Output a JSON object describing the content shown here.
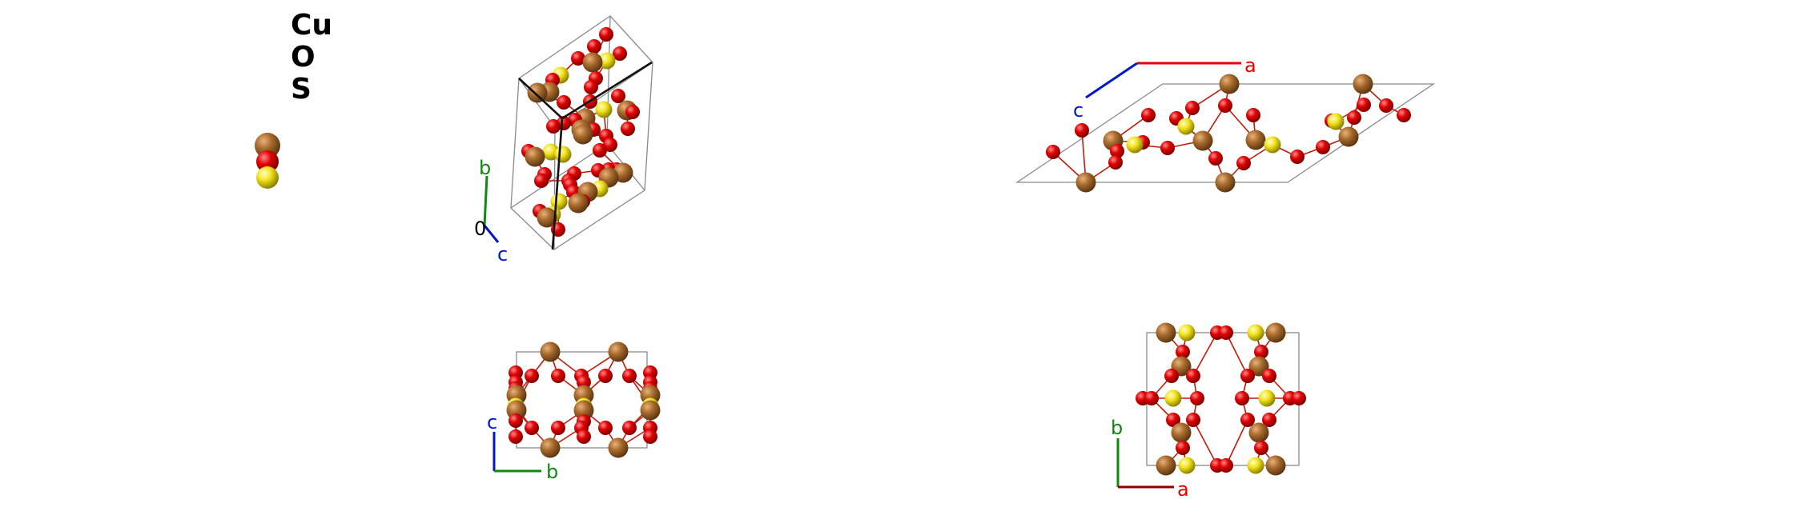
{
  "legend": {
    "elements": [
      {
        "symbol": "Cu",
        "color": "#a0672b"
      },
      {
        "symbol": "O",
        "color": "#e60000"
      },
      {
        "symbol": "S",
        "color": "#f0e020"
      }
    ]
  },
  "views": {
    "perspective": {
      "axis_b": "b",
      "axis_c": "c",
      "origin": "0"
    },
    "top_right": {
      "axis_a": "a",
      "axis_c": "c"
    },
    "bottom_left": {
      "axis_c": "c",
      "axis_b": "b"
    },
    "bottom_right": {
      "axis_b": "b",
      "axis_a": "a"
    }
  },
  "colors": {
    "axis_a": "#e60000",
    "axis_b": "#118811",
    "axis_c": "#0018cc",
    "bond": "#c21a0a",
    "cell_edge": "#8a8a8a"
  }
}
